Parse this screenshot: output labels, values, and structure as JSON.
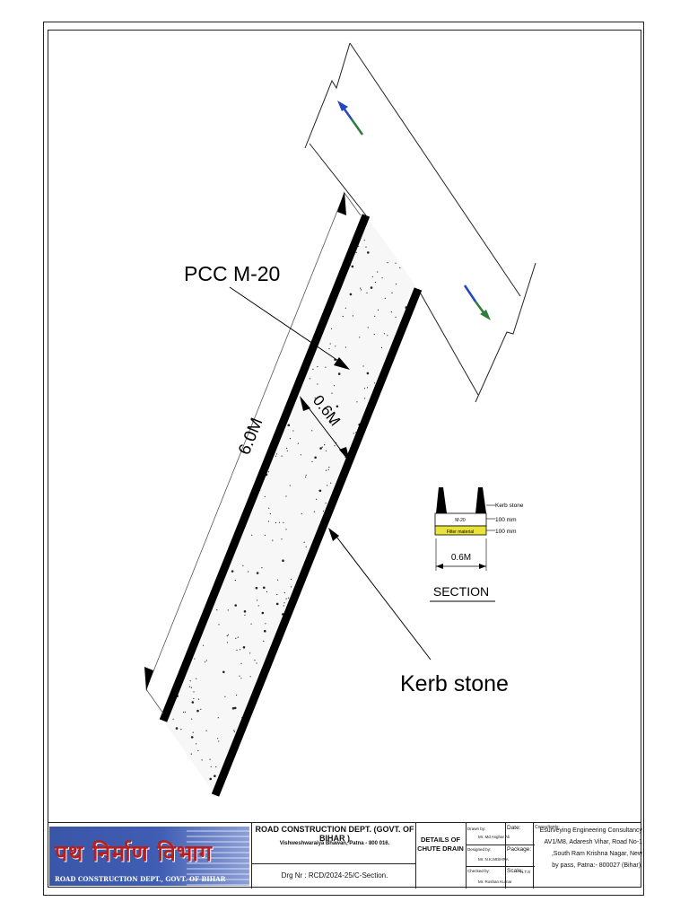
{
  "drawing": {
    "label_pcc": "PCC M-20",
    "label_length": "6.0M",
    "label_width": "0.6M",
    "label_kerb": "Kerb stone"
  },
  "section": {
    "kerb_label": "Kerb stone",
    "m20_layer": "M-20",
    "filter_layer": "Filter material",
    "dim_top": "100 mm",
    "dim_bottom": "100 mm",
    "width": "0.6M",
    "title": "SECTION",
    "filter_color": "#e8e23a"
  },
  "title_block": {
    "logo_hindi": "पथ निर्माण विभाग",
    "logo_english": "ROAD CONSTRUCTION DEPT., GOVT. OF BIHAR",
    "department": "ROAD CONSTRUCTION DEPT. (GOVT. OF BIHAR )",
    "address": "Vishweshwaraiya Bhawan, Patna - 800 016.",
    "drawing_no": "Drg Nr :  RCD/2024-25/C-Section.",
    "details_line1": "DETAILS OF",
    "details_line2": "CHUTE DRAIN",
    "drawn_by_label": "Drawn by:",
    "drawn_by_name": "Mr. Md Asghar Ali",
    "designed_by_label": "Designed by:",
    "designed_by_name": "Mr. N.K.MISHRA",
    "checked_by_label": "Checked by:",
    "checked_by_name": "Mr. Roshan Kumar",
    "date_label": "Date:",
    "package_label": "Package:",
    "scale_label": "Scale:",
    "scale_value": "N.T.S",
    "consultants_label": "Consultants:",
    "consultant_line1": "Esurveying Engineering Consultancy",
    "consultant_line2": "AV1/M8, Adaresh Vihar, Road No-1",
    "consultant_line3": ",South Ram Krishna Nagar, New",
    "consultant_line4": "by pass, Patna:- 800027 (Bihar)."
  }
}
